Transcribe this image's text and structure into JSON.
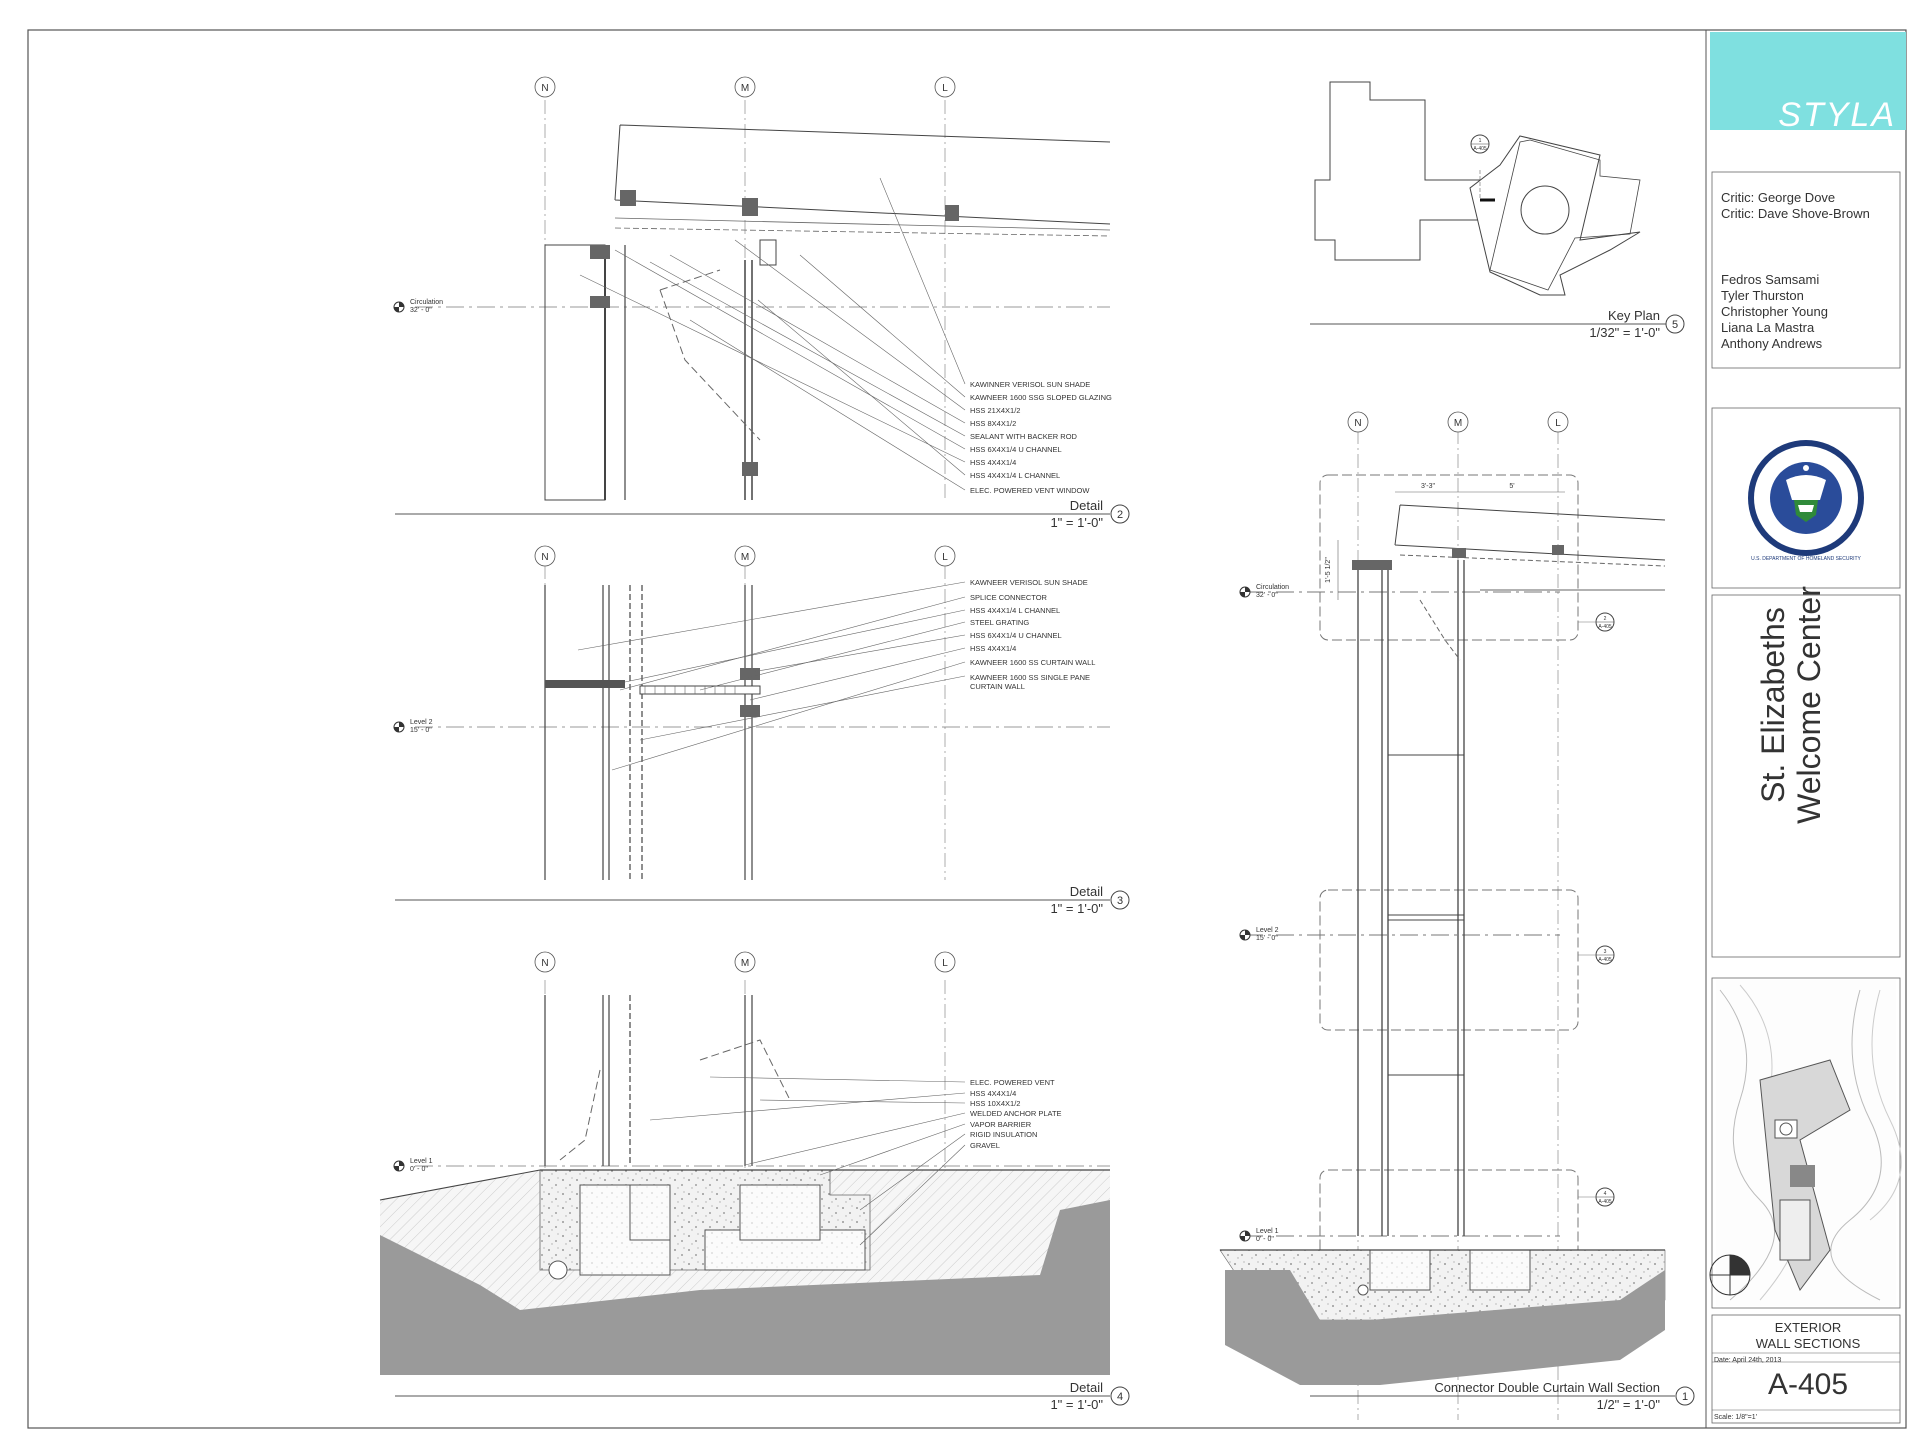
{
  "brand": {
    "logo": "STYLA",
    "accent": "#7fe0e0"
  },
  "critics": [
    "Critic: George Dove",
    "Critic: Dave Shove-Brown"
  ],
  "team": [
    "Fedros Samsami",
    "Tyler Thurston",
    "Christopher Young",
    "Liana La Mastra",
    "Anthony Andrews"
  ],
  "seal_text": "U.S. DEPARTMENT OF HOMELAND SECURITY",
  "project": {
    "line1": "St. Elizabeths",
    "line2": "Welcome Center"
  },
  "sheet": {
    "title1": "EXTERIOR",
    "title2": "WALL SECTIONS",
    "date": "Date: April 24th, 2013",
    "number": "A-405",
    "scale": "Scale: 1/8\"=1'"
  },
  "grid_labels": [
    "N",
    "M",
    "L"
  ],
  "details": {
    "d2": {
      "title": "Detail",
      "num": "2",
      "scale": "1\" = 1'-0\"",
      "level": "Circulation",
      "level_elev": "32' - 0\"",
      "notes": [
        "KAWINNER VERISOL SUN SHADE",
        "KAWNEER 1600 SSG SLOPED GLAZING",
        "HSS 21X4X1/2",
        "HSS 8X4X1/2",
        "SEALANT WITH BACKER ROD",
        "HSS 6X4X1/4 U CHANNEL",
        "HSS 4X4X1/4",
        "HSS 4X4X1/4 L CHANNEL",
        "ELEC. POWERED VENT WINDOW"
      ]
    },
    "d3": {
      "title": "Detail",
      "num": "3",
      "scale": "1\" = 1'-0\"",
      "level": "Level 2",
      "level_elev": "15' - 0\"",
      "notes": [
        "KAWNEER VERISOL SUN SHADE",
        "SPLICE CONNECTOR",
        "HSS 4X4X1/4  L CHANNEL",
        "STEEL GRATING",
        "HSS 6X4X1/4 U CHANNEL",
        "HSS 4X4X1/4",
        "KAWNEER 1600 SS CURTAIN WALL",
        "KAWNEER 1600 SS SINGLE PANE",
        "CURTAIN WALL"
      ]
    },
    "d4": {
      "title": "Detail",
      "num": "4",
      "scale": "1\" = 1'-0\"",
      "level": "Level 1",
      "level_elev": "0' - 0\"",
      "notes": [
        "ELEC. POWERED VENT",
        "HSS 4X4X1/4",
        "HSS 10X4X1/2",
        "WELDED ANCHOR PLATE",
        "VAPOR BARRIER",
        "RIGID INSULATION",
        "GRAVEL"
      ]
    },
    "d5": {
      "title": "Key Plan",
      "num": "5",
      "scale": "1/32\" = 1'-0\"",
      "tag_top": "1",
      "tag_bottom": "A-405"
    },
    "d1": {
      "title": "Connector Double Curtain Wall Section",
      "num": "1",
      "scale": "1/2\" = 1'-0\"",
      "dims": [
        "3'-3\"",
        "5'",
        "1'-5 1/2\""
      ],
      "levels": [
        {
          "name": "Circulation",
          "elev": "32' - 0\""
        },
        {
          "name": "Level 2",
          "elev": "15' - 0\""
        },
        {
          "name": "Level 1",
          "elev": "0' - 0\""
        }
      ],
      "callouts": [
        {
          "num": "2",
          "sheet": "A-405"
        },
        {
          "num": "3",
          "sheet": "A-405"
        },
        {
          "num": "4",
          "sheet": "A-405"
        }
      ]
    }
  }
}
